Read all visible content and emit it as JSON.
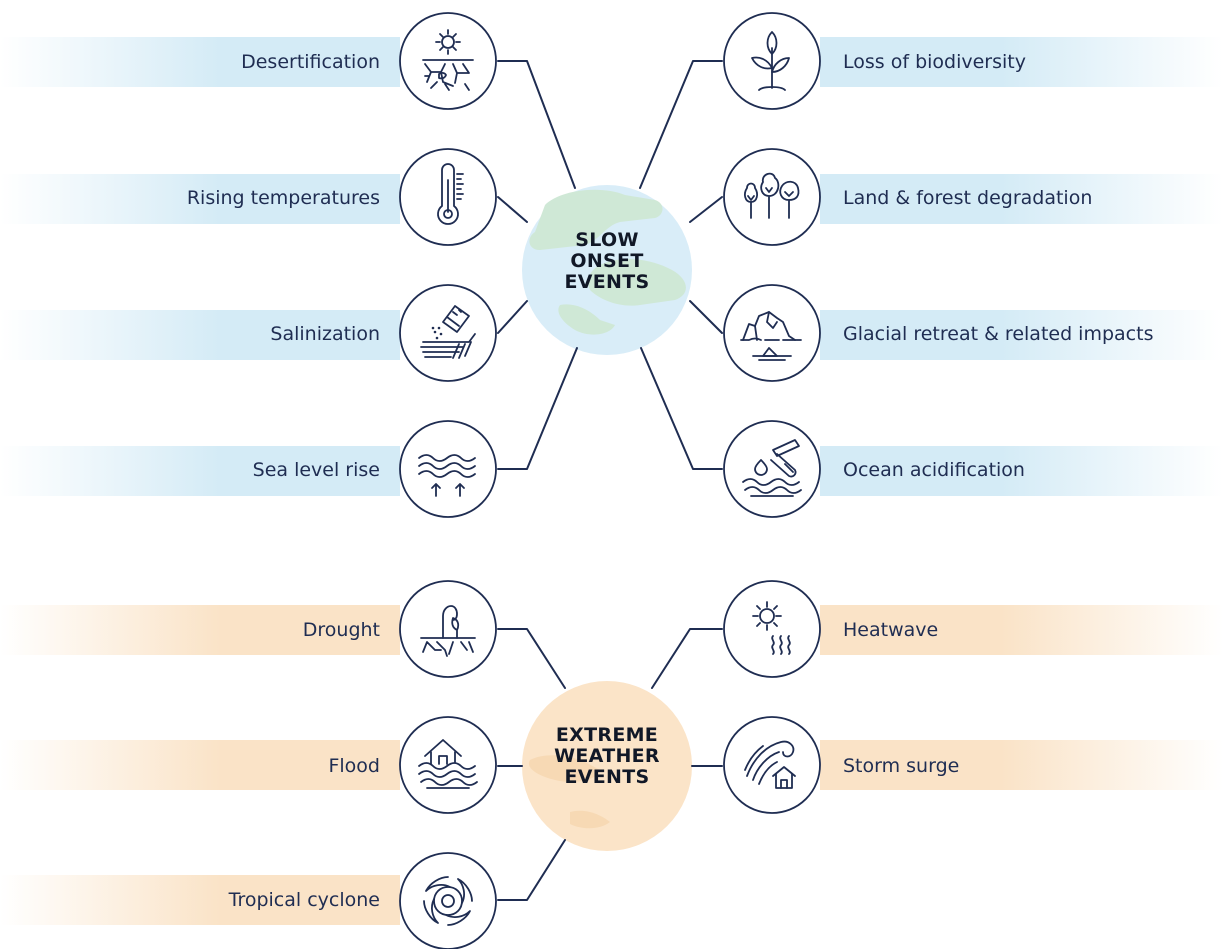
{
  "slow_onset": {
    "hub_lines": [
      "SLOW",
      "ONSET",
      "EVENTS"
    ],
    "colors": {
      "band": "#d4ebf6",
      "hub_blue": "#d9edf8",
      "hub_green": "#cfe8d6"
    },
    "left_items": [
      {
        "label": "Desertification",
        "icon": "desertification-icon"
      },
      {
        "label": "Rising temperatures",
        "icon": "thermometer-icon"
      },
      {
        "label": "Salinization",
        "icon": "salt-shaker-icon"
      },
      {
        "label": "Sea level rise",
        "icon": "sea-level-rise-icon"
      }
    ],
    "right_items": [
      {
        "label": "Loss of biodiversity",
        "icon": "plant-sprout-icon"
      },
      {
        "label": "Land & forest degradation",
        "icon": "trees-icon"
      },
      {
        "label": "Glacial retreat & related impacts",
        "icon": "glacier-icon"
      },
      {
        "label": "Ocean acidification",
        "icon": "test-tube-icon"
      }
    ]
  },
  "extreme_weather": {
    "hub_lines": [
      "EXTREME",
      "WEATHER",
      "EVENTS"
    ],
    "colors": {
      "band": "#fae3c7",
      "hub": "#fbe4c8"
    },
    "left_items": [
      {
        "label": "Drought",
        "icon": "drought-icon"
      },
      {
        "label": "Flood",
        "icon": "flood-house-icon"
      },
      {
        "label": "Tropical cyclone",
        "icon": "cyclone-icon"
      }
    ],
    "right_items": [
      {
        "label": "Heatwave",
        "icon": "heatwave-icon"
      },
      {
        "label": "Storm surge",
        "icon": "storm-surge-icon"
      }
    ]
  },
  "line_color": "#1f2d52"
}
